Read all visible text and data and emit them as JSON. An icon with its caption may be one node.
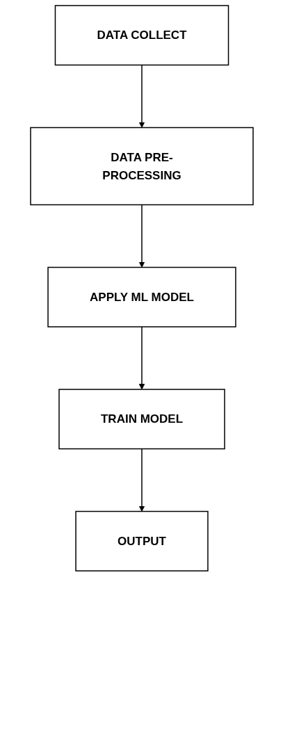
{
  "diagram": {
    "nodes": [
      {
        "text": [
          "DATA COLLECT"
        ]
      },
      {
        "text": [
          "DATA PRE-PROCESSING"
        ]
      },
      {
        "text": [
          "APPLY ML MODEL"
        ]
      },
      {
        "text": [
          "TRAIN MODEL"
        ]
      },
      {
        "text": [
          "OUTPUT"
        ]
      }
    ],
    "edges": [
      {
        "from": 0,
        "to": 1,
        "arrow": "to"
      },
      {
        "from": 1,
        "to": 2,
        "arrow": "to"
      },
      {
        "from": 2,
        "to": 3,
        "arrow": "to"
      },
      {
        "from": 3,
        "to": 4,
        "arrow": "to"
      }
    ]
  }
}
